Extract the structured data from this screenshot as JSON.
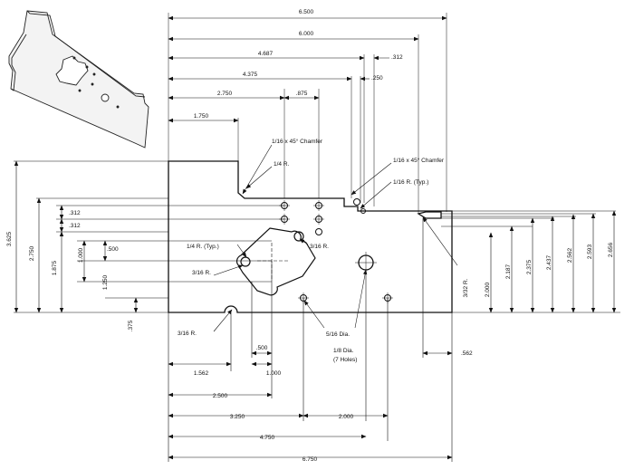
{
  "drawing": {
    "dims": {
      "top_6500": "6.500",
      "top_6000": "6.000",
      "top_4687": "4.687",
      "top_312": ".312",
      "top_4375": "4.375",
      "top_250": ".250",
      "top_2750": "2.750",
      "top_875": ".875",
      "top_1750": "1.750",
      "left_3625": "3.625",
      "left_2750": "2.750",
      "left_1875": "1.875",
      "left_312a": ".312",
      "left_312b": ".312",
      "left_500": ".500",
      "left_1000": "1.000",
      "left_1250": "1.250",
      "left_375": ".375",
      "right_2000": "2.000",
      "right_2187": "2.187",
      "right_2375": "2.375",
      "right_2437": "2.437",
      "right_2562": "2.562",
      "right_2593": "2.593",
      "right_2656": "2.656",
      "right_562": ".562",
      "bot_500": ".500",
      "bot_1000": "1.000",
      "bot_1562": "1.562",
      "bot_2500": "2.500",
      "bot_3250": "3.250",
      "bot_2000": "2.000",
      "bot_4750": "4.750",
      "bot_6750": "6.750"
    },
    "notes": {
      "chamfer_top": "1/16  x 45° Chamfer",
      "r_quarter": "1/4  R.",
      "chamfer_right": "1/16  x 45° Chamfer",
      "r_sixteenth_typ": "1/16  R. (Typ.)",
      "r_quarter_typ": "1/4  R. (Typ.)",
      "r_3_16_right": "3/16  R.",
      "r_3_16_left": "3/16  R.",
      "r_3_32": "3/32 R.",
      "r_3_16_bottom": "3/16  R.",
      "dia_5_16": "5/16  Dia.",
      "dia_1_8": "1/8  Dia.",
      "holes_7": "(7 Holes)"
    }
  }
}
